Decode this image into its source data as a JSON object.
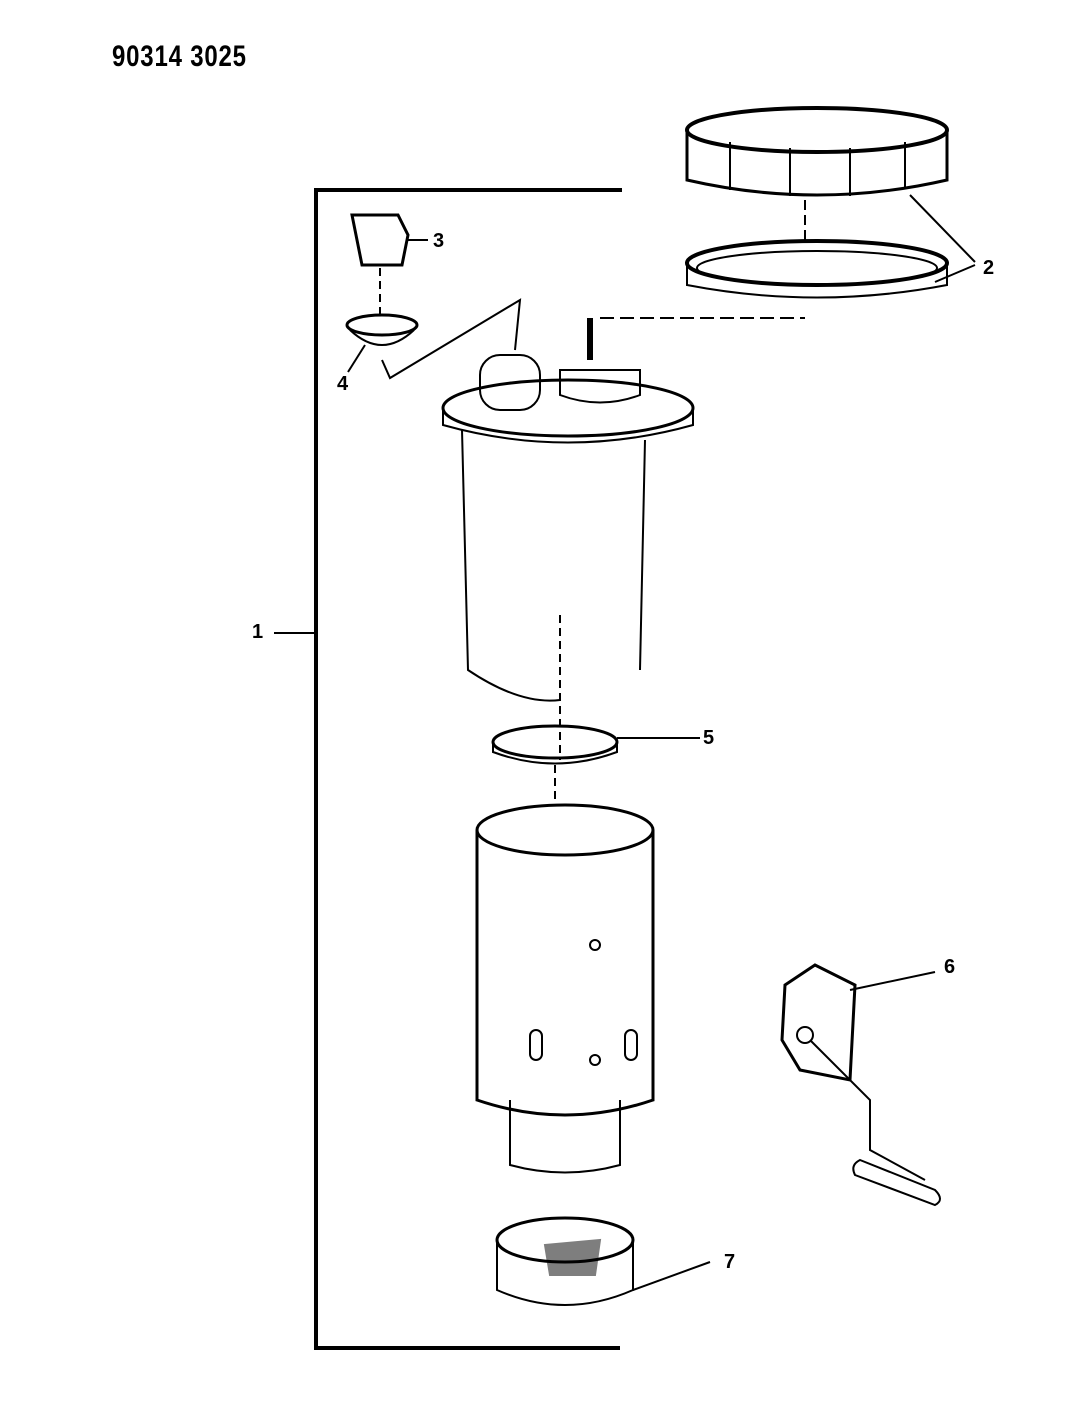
{
  "diagram": {
    "reference_number": "90314 3025",
    "callouts": [
      "1",
      "2",
      "3",
      "4",
      "5",
      "6",
      "7"
    ]
  }
}
